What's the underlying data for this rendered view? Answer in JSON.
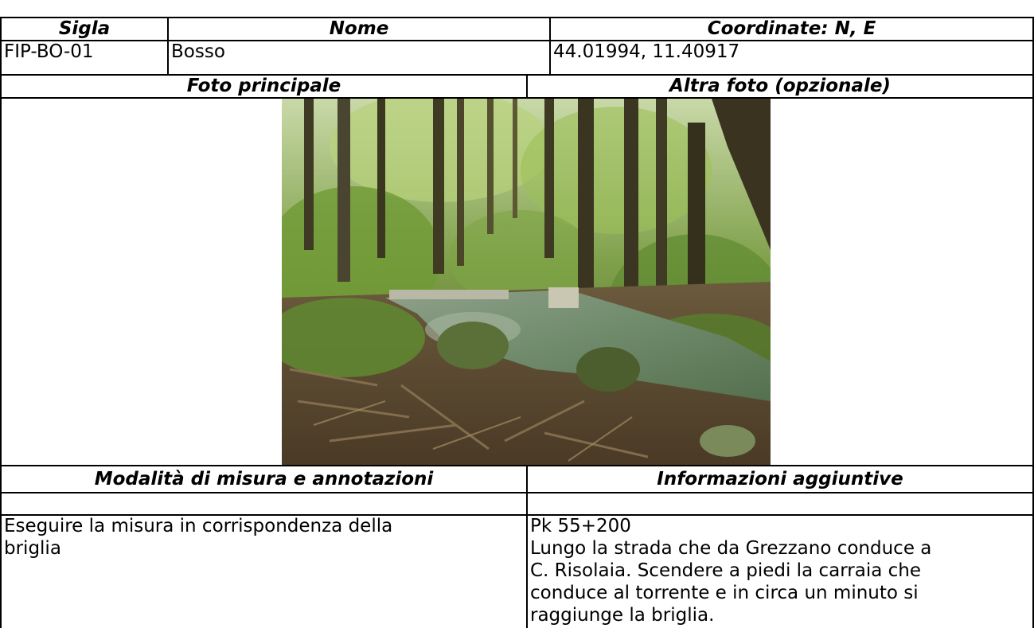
{
  "table": {
    "headers": {
      "sigla": "Sigla",
      "nome": "Nome",
      "coordinate": "Coordinate: N, E"
    },
    "row": {
      "sigla": "FIP-BO-01",
      "nome": "Bosso",
      "coordinate": "44.01994, 11.40917"
    },
    "photo_headers": {
      "main": "Foto principale",
      "other": "Altra foto (opzionale)"
    },
    "notes_headers": {
      "method": "Modalità di misura e annotazioni",
      "info": "Informazioni aggiuntive"
    },
    "notes": {
      "method_line1": "Eseguire la misura in corrispondenza della",
      "method_line2": "briglia",
      "info_line1": "Pk 55+200",
      "info_line2": "Lungo la strada che da Grezzano conduce a",
      "info_line3": "C. Risolaia. Scendere a piedi la carraia che",
      "info_line4": "conduce al torrente e in circa un minuto si",
      "info_line5": "raggiunge la briglia."
    }
  }
}
